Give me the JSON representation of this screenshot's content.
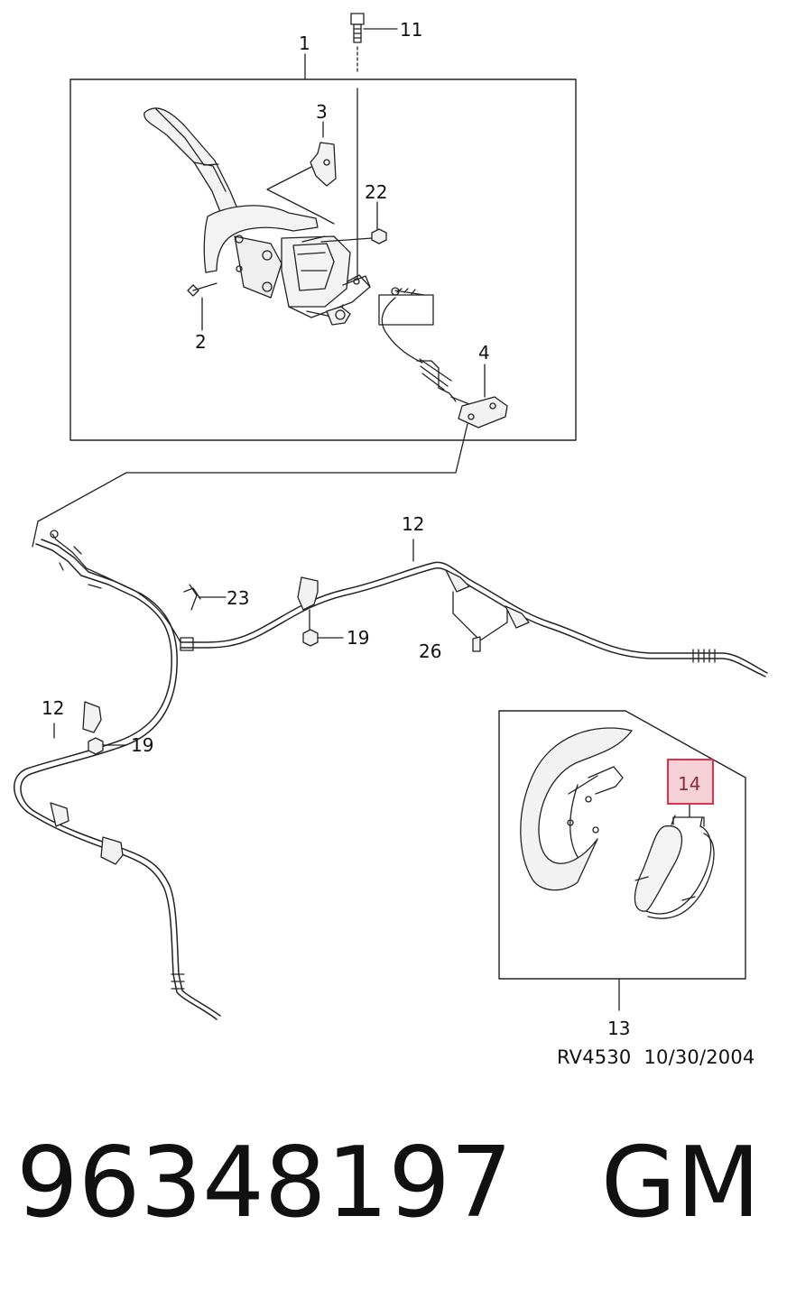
{
  "callouts": {
    "c1": "1",
    "c2": "2",
    "c3": "3",
    "c4": "4",
    "c11": "11",
    "c22": "22",
    "c12a": "12",
    "c12b": "12",
    "c13": "13",
    "c14": "14",
    "c19a": "19",
    "c19b": "19",
    "c23": "23",
    "c26": "26"
  },
  "reference": {
    "code": "RV4530",
    "date": "10/30/2004"
  },
  "part": {
    "number": "96348197",
    "brand": "GM"
  },
  "highlight": {
    "callout": "14",
    "color": "#d9344a",
    "fill": "#f6d2d8"
  }
}
